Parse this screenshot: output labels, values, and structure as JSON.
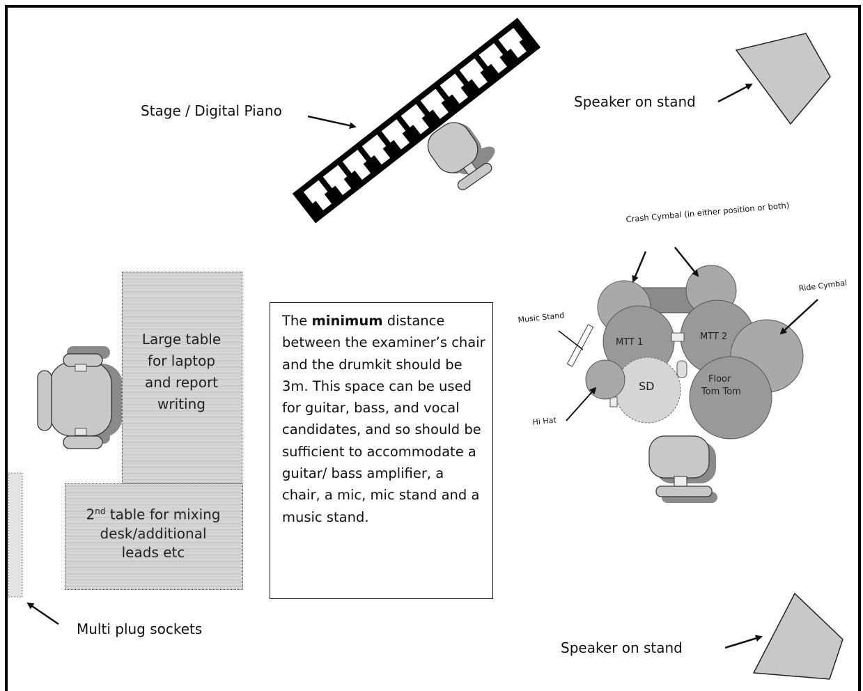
{
  "labels": {
    "stage_piano": "Stage / Digital Piano",
    "speaker_top": "Speaker on stand",
    "speaker_bottom": "Speaker on stand",
    "multi_plug": "Multi plug sockets"
  },
  "tables": {
    "large": [
      "Large table",
      "for laptop",
      "and report",
      "writing"
    ],
    "second_sup": "nd",
    "second_lead": "2",
    "second_rest": " table for mixing",
    "second_line2": "desk/additional",
    "second_line3": "leads etc"
  },
  "note": {
    "before": "The ",
    "bold": "minimum",
    "after": " distance between the examiner’s chair and the drumkit should be 3m.  This space can be used for guitar, bass, and vocal candidates, and so should be sufficient to accommodate a guitar/ bass amplifier, a chair, a mic, mic stand and a music stand."
  },
  "drumkit": {
    "crash": "Crash Cymbal (in either position or both)",
    "ride": "Ride Cymbal",
    "music_stand": "Music Stand",
    "hi_hat": "Hi Hat",
    "mtt1": "MTT 1",
    "mtt2": "MTT 2",
    "sd": "SD",
    "floor1": "Floor",
    "floor2": "Tom Tom"
  },
  "colors": {
    "border": "#000000",
    "shape_fill": "#c8c8c8",
    "shadow": "#8a8a8a"
  }
}
